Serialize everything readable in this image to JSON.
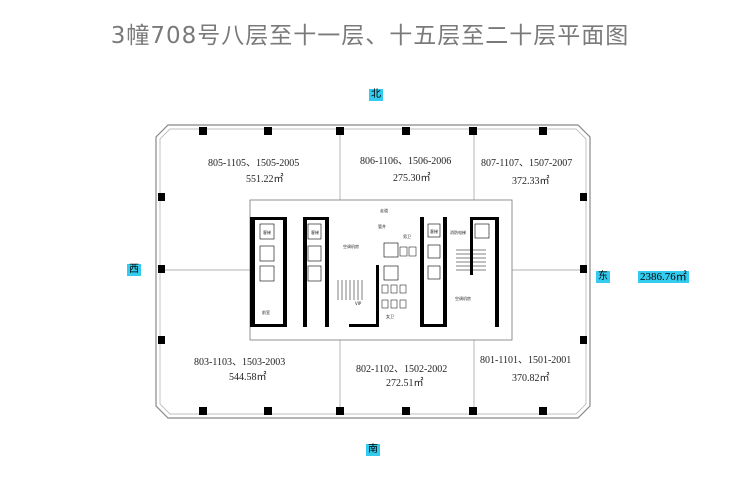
{
  "title": "3幢708号八层至十一层、十五层至二十层平面图",
  "compass": {
    "north": "北",
    "south": "南",
    "west": "西",
    "east": "东"
  },
  "total_area": "2386.76㎡",
  "units": [
    {
      "id": "u805",
      "number": "805-1105、1505-2005",
      "area": "551.22㎡"
    },
    {
      "id": "u806",
      "number": "806-1106、1506-2006",
      "area": "275.30㎡"
    },
    {
      "id": "u807",
      "number": "807-1107、1507-2007",
      "area": "372.33㎡"
    },
    {
      "id": "u803",
      "number": "803-1103、1503-2003",
      "area": "544.58㎡"
    },
    {
      "id": "u802",
      "number": "802-1102、1502-2002",
      "area": "272.51㎡"
    },
    {
      "id": "u801",
      "number": "801-1101、1501-2001",
      "area": "370.82㎡"
    }
  ],
  "core_labels": {
    "corridor": "走道",
    "elevator": "客梯",
    "ac_room_1": "空调机房",
    "ac_room_2": "空调机房",
    "pipe_well": "管井",
    "male_wc": "男卫",
    "female_wc": "女卫",
    "fire_room": "前室",
    "vip": "VIP",
    "fire_elevator": "消防电梯"
  },
  "colors": {
    "wall": "#000000",
    "outline": "#888888",
    "label_bg": "#33ccee"
  }
}
